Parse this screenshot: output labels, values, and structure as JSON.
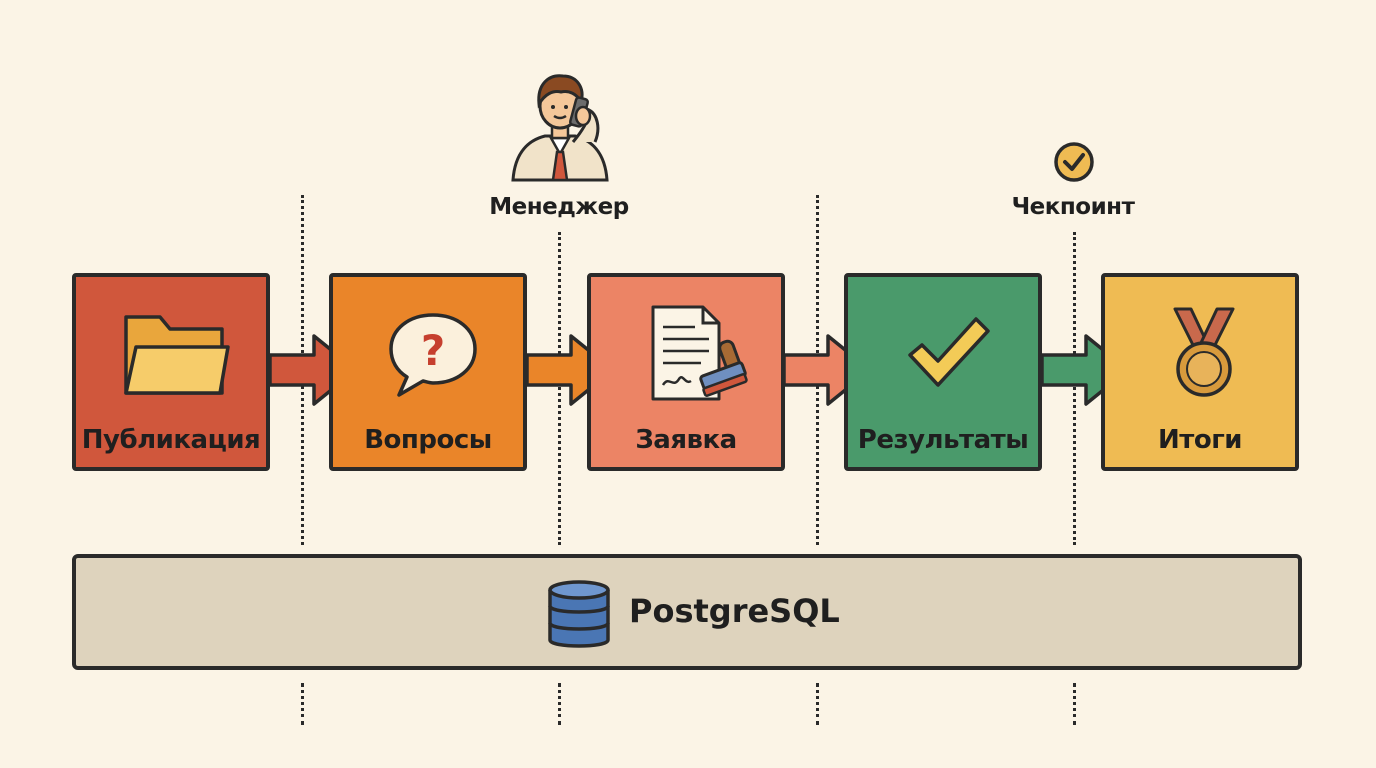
{
  "stages": [
    {
      "label": "Публикация",
      "icon": "folder-icon",
      "color": "#d0573c"
    },
    {
      "label": "Вопросы",
      "icon": "question-bubble-icon",
      "color": "#ea8529"
    },
    {
      "label": "Заявка",
      "icon": "document-stamp-icon",
      "color": "#ec8465"
    },
    {
      "label": "Результаты",
      "icon": "checkmark-icon",
      "color": "#4a9a6b"
    },
    {
      "label": "Итоги",
      "icon": "medal-icon",
      "color": "#efbb53"
    }
  ],
  "markers": {
    "manager": {
      "label": "Менеджер",
      "icon": "manager-phone-icon"
    },
    "checkpoint": {
      "label": "Чекпоинт",
      "icon": "check-circle-icon"
    }
  },
  "database": {
    "label": "PostgreSQL",
    "icon": "database-icon",
    "color": "#ded3bd"
  }
}
